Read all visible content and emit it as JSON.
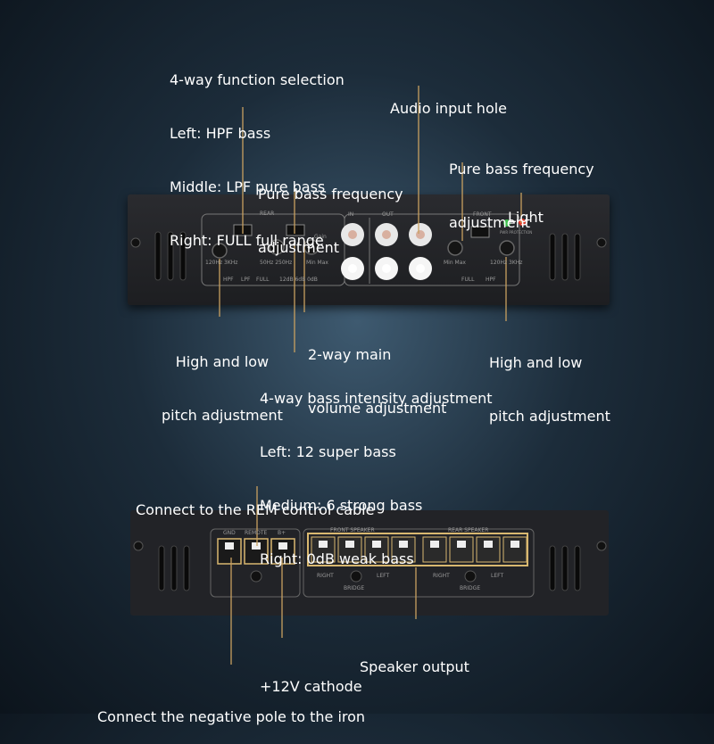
{
  "annotations": {
    "function_select": [
      "4-way function selection",
      "Left: HPF bass",
      "Middle: LPF pure bass",
      "Right: FULL full range"
    ],
    "audio_input": [
      "Audio input hole"
    ],
    "bass_freq_left": [
      "Pure bass frequency",
      "adjustment"
    ],
    "bass_freq_right": [
      "Pure bass frequency",
      "adjustment"
    ],
    "light": [
      "Light"
    ],
    "pitch_left": [
      "High and low",
      "pitch adjustment"
    ],
    "main_volume": [
      "2-way main",
      "volume adjustment"
    ],
    "pitch_right": [
      "High and low",
      "pitch adjustment"
    ],
    "bass_intensity": [
      "4-way bass intensity adjustment",
      "Left: 12 super bass",
      "Medium: 6 strong bass",
      "Right: 0dB weak bass"
    ],
    "rem_cable": [
      "Connect to the REM control cable"
    ],
    "speaker_output": [
      "Speaker output"
    ],
    "plus12v": [
      "+12V cathode"
    ],
    "negative_pole": [
      "Connect the negative pole to the iron"
    ]
  },
  "front_panel": {
    "rear": "REAR",
    "front": "FRONT",
    "in": "IN",
    "out": "OUT",
    "hpf": "HPF",
    "lpf": "LPF",
    "full": "FULL",
    "freq_range": "120Hz 3KHz",
    "lpf_range": "50Hz 250Hz",
    "gain": "Gain",
    "min_max": "Min  Max",
    "boost": "12dB 6dB 0dB",
    "led_labels": "PWR  PROTECTION"
  },
  "rear_panel": {
    "gnd": "GND",
    "remote": "REMOTE",
    "bplus": "B+",
    "front_speaker": "FRONT SPEAKER",
    "rear_speaker": "REAR SPEAKER",
    "right": "RIGHT",
    "left": "LEFT",
    "bridge": "BRIDGE"
  },
  "colors": {
    "leader": "#c8a060",
    "text": "#ffffff",
    "terminal": "#d9b870"
  }
}
